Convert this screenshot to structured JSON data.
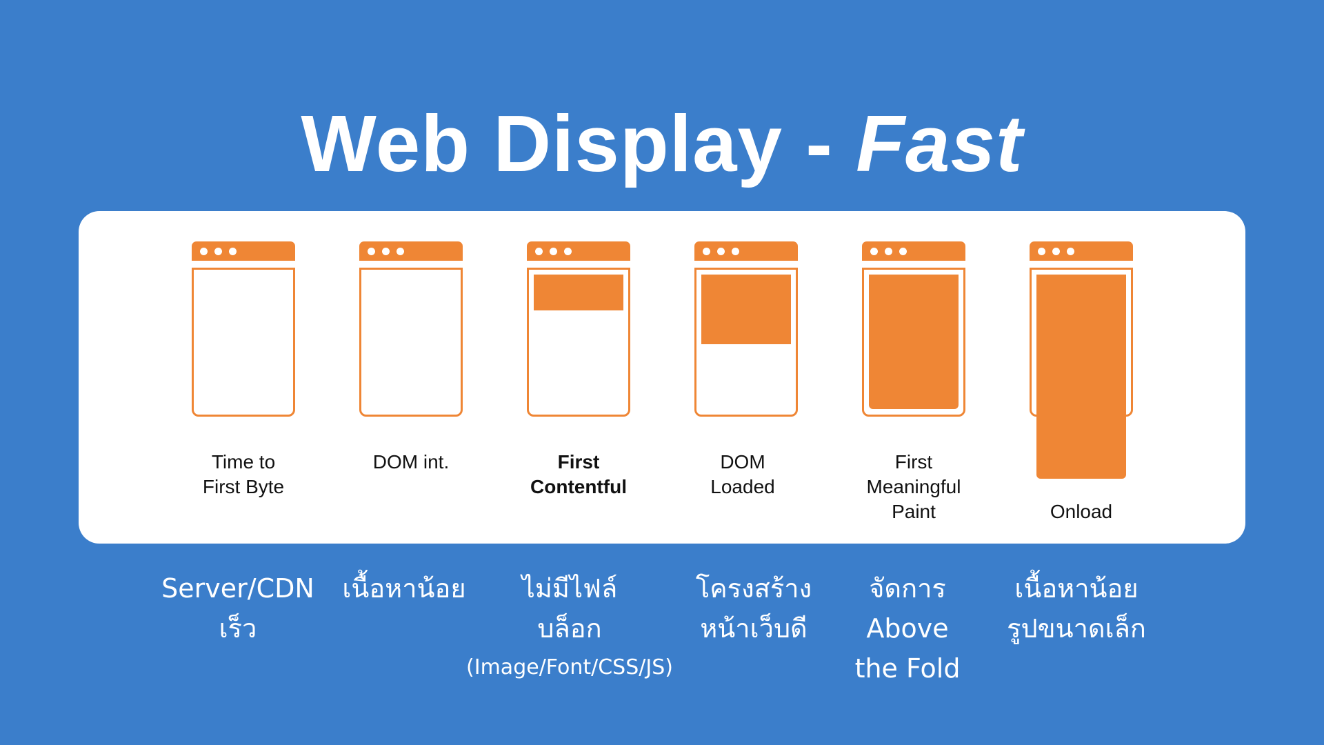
{
  "title": {
    "main": "Web Display - ",
    "emphasis": "Fast"
  },
  "stages": [
    {
      "label_line1": "Time to",
      "label_line2": "First Byte",
      "label_line3": "",
      "bold": false,
      "fill_fraction": 0
    },
    {
      "label_line1": "DOM int.",
      "label_line2": "",
      "label_line3": "",
      "bold": false,
      "fill_fraction": 0
    },
    {
      "label_line1": "First",
      "label_line2": "Contentful",
      "label_line3": "",
      "bold": true,
      "fill_fraction": 0.25
    },
    {
      "label_line1": "DOM",
      "label_line2": "Loaded",
      "label_line3": "",
      "bold": false,
      "fill_fraction": 0.5
    },
    {
      "label_line1": "First",
      "label_line2": "Meaningful",
      "label_line3": "Paint",
      "bold": false,
      "fill_fraction": 0.95
    },
    {
      "label_line1": "Onload",
      "label_line2": "",
      "label_line3": "",
      "bold": false,
      "fill_fraction": 1.45
    }
  ],
  "notes": [
    {
      "line1": "Server/CDN",
      "line2": "เร็ว",
      "line3": ""
    },
    {
      "line1": "เนื้อหาน้อย",
      "line2": "",
      "line3": ""
    },
    {
      "line1": "ไม่มีไฟล์",
      "line2": "บล็อก",
      "line3": "(Image/Font/CSS/JS)"
    },
    {
      "line1": "โครงสร้าง",
      "line2": "หน้าเว็บดี",
      "line3": ""
    },
    {
      "line1": "จัดการ",
      "line2": "Above",
      "line3": "the Fold"
    },
    {
      "line1": "เนื้อหาน้อย",
      "line2": "รูปขนาดเล็ก",
      "line3": ""
    }
  ],
  "colors": {
    "background": "#3b7ecb",
    "panel": "#ffffff",
    "accent": "#ef8635",
    "label_text": "#111111",
    "note_text": "#ffffff"
  },
  "icons": {
    "browser_window": "browser-window-icon",
    "window_dot": "window-dot-icon"
  }
}
